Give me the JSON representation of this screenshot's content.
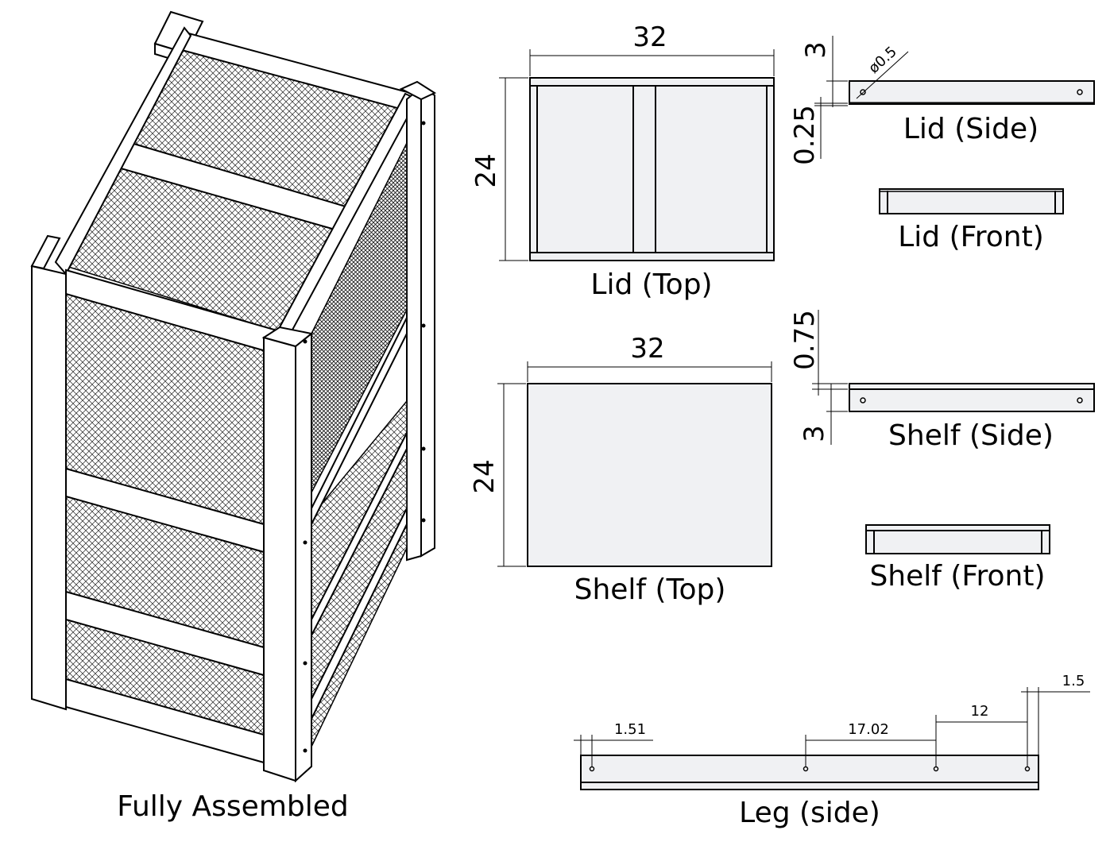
{
  "title": "Storage rack drawing",
  "labels": {
    "assembled": "Fully Assembled",
    "lid_top": "Lid (Top)",
    "lid_side": "Lid (Side)",
    "lid_front": "Lid (Front)",
    "shelf_top": "Shelf (Top)",
    "shelf_side": "Shelf (Side)",
    "shelf_front": "Shelf (Front)",
    "leg_side": "Leg (side)"
  },
  "dimensions": {
    "lid_width": "32",
    "lid_depth": "24",
    "lid_side_height": "3",
    "lid_side_lip": "0.25",
    "lid_hole_dia": "ø0.5",
    "shelf_width": "32",
    "shelf_depth": "24",
    "shelf_side_lip": "0.75",
    "shelf_side_height": "3",
    "leg_end_offset": "1.51",
    "leg_spacing_1": "17.02",
    "leg_spacing_2": "12",
    "leg_end_offset_right": "1.5"
  }
}
